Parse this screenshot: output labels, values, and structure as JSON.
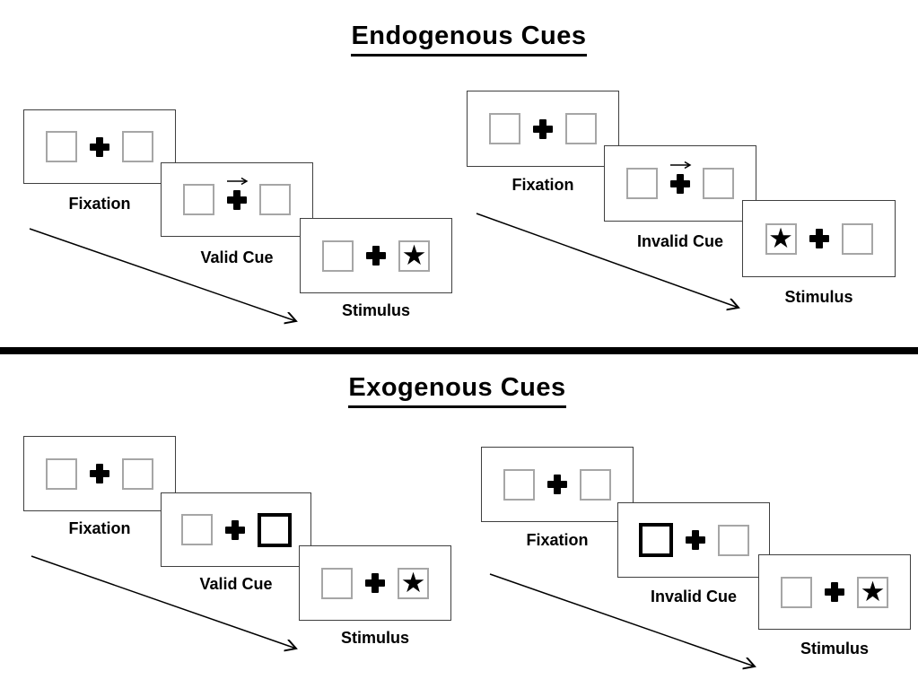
{
  "sections": [
    {
      "title": "Endogenous Cues"
    },
    {
      "title": "Exogenous Cues"
    }
  ],
  "icons": {
    "star": "★",
    "fixation_cross": "plus-cross",
    "cue_arrow": "right-arrow",
    "timeline_arrow": "diagonal-down-right-arrow"
  },
  "colors": {
    "ink": "#000000",
    "panel_border": "#3f3f3f",
    "box_border": "#a6a6a6",
    "cue_box_border": "#000000",
    "background": "#ffffff"
  },
  "sequences": [
    {
      "name": "endogenous-valid",
      "panels": [
        {
          "label": "Fixation",
          "cue": "none",
          "star": "none"
        },
        {
          "label": "Valid Cue",
          "cue": "arrow-right",
          "star": "none"
        },
        {
          "label": "Stimulus",
          "cue": "none",
          "star": "right"
        }
      ]
    },
    {
      "name": "endogenous-invalid",
      "panels": [
        {
          "label": "Fixation",
          "cue": "none",
          "star": "none"
        },
        {
          "label": "Invalid Cue",
          "cue": "arrow-right",
          "star": "none"
        },
        {
          "label": "Stimulus",
          "cue": "none",
          "star": "left"
        }
      ]
    },
    {
      "name": "exogenous-valid",
      "panels": [
        {
          "label": "Fixation",
          "cue": "none",
          "star": "none"
        },
        {
          "label": "Valid Cue",
          "cue": "thick-box-right",
          "star": "none"
        },
        {
          "label": "Stimulus",
          "cue": "none",
          "star": "right"
        }
      ]
    },
    {
      "name": "exogenous-invalid",
      "panels": [
        {
          "label": "Fixation",
          "cue": "none",
          "star": "none"
        },
        {
          "label": "Invalid Cue",
          "cue": "thick-box-left",
          "star": "none"
        },
        {
          "label": "Stimulus",
          "cue": "none",
          "star": "right"
        }
      ]
    }
  ]
}
